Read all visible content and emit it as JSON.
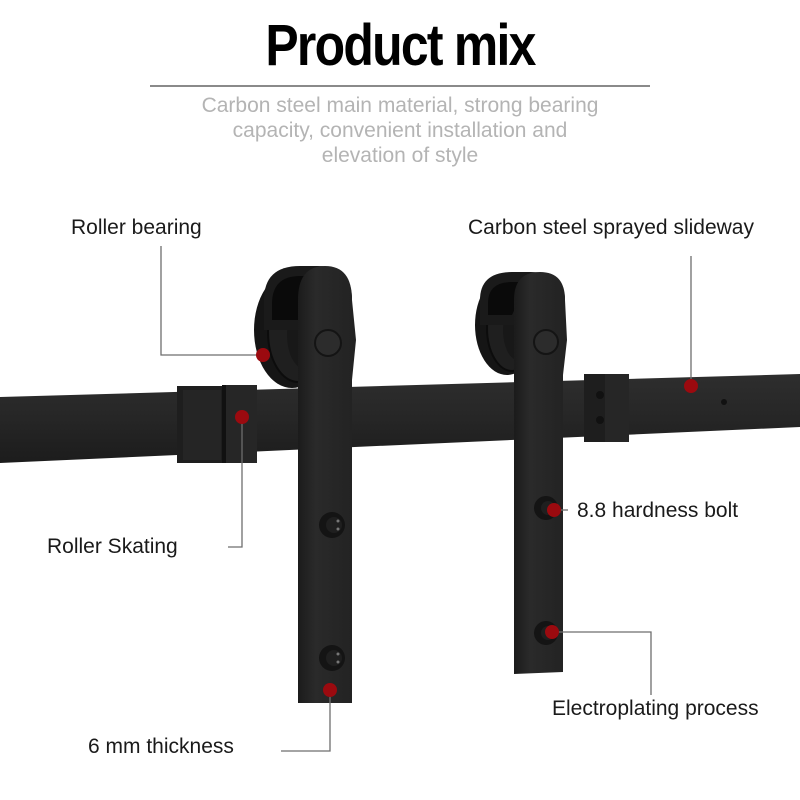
{
  "header": {
    "title": "Product mix",
    "subtitle_lines": [
      "Carbon steel main material, strong bearing",
      "capacity, convenient installation and",
      "elevation of style"
    ]
  },
  "callouts": {
    "roller_bearing": "Roller bearing",
    "slideway": "Carbon steel sprayed slideway",
    "roller_skating": "Roller Skating",
    "hardness_bolt": "8.8 hardness bolt",
    "electroplating": "Electroplating process",
    "thickness": "6 mm thickness"
  },
  "colors": {
    "hardware": "#232323",
    "marker": "#9b0a0f",
    "leader_line": "#6e6e6e",
    "subtitle_text": "#b4b4b4"
  }
}
